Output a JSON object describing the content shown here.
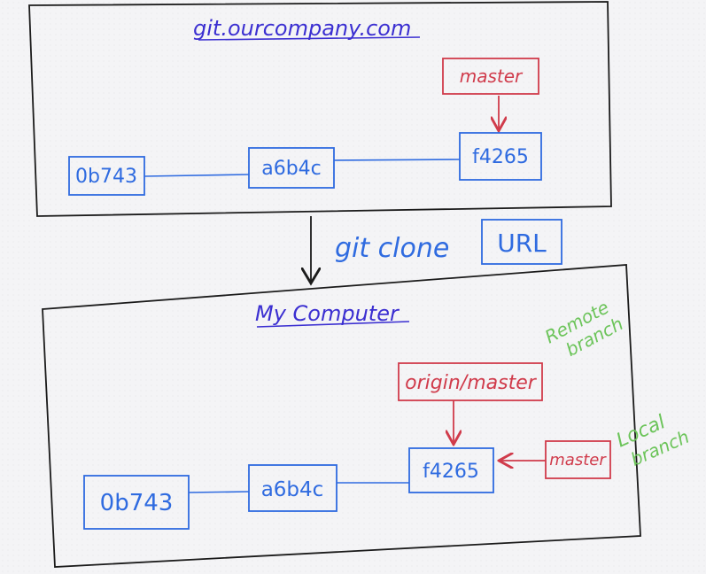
{
  "colors": {
    "ink": "#1b1b1b",
    "title": "#3b2fd1",
    "commit": "#2f6be0",
    "branch": "#d03b4b",
    "note": "#6cc45a"
  },
  "remote": {
    "title": "git.ourcompany.com",
    "commits": [
      "0b743",
      "a6b4c",
      "f4265"
    ],
    "branch": "master"
  },
  "clone": {
    "command": "git clone",
    "url": "URL"
  },
  "local": {
    "title": "My Computer",
    "commits": [
      "0b743",
      "a6b4c",
      "f4265"
    ],
    "remote_branch": "origin/master",
    "local_branch": "master",
    "remote_branch_note": [
      "Remote",
      "branch"
    ],
    "local_branch_note": [
      "Local",
      "branch"
    ]
  }
}
